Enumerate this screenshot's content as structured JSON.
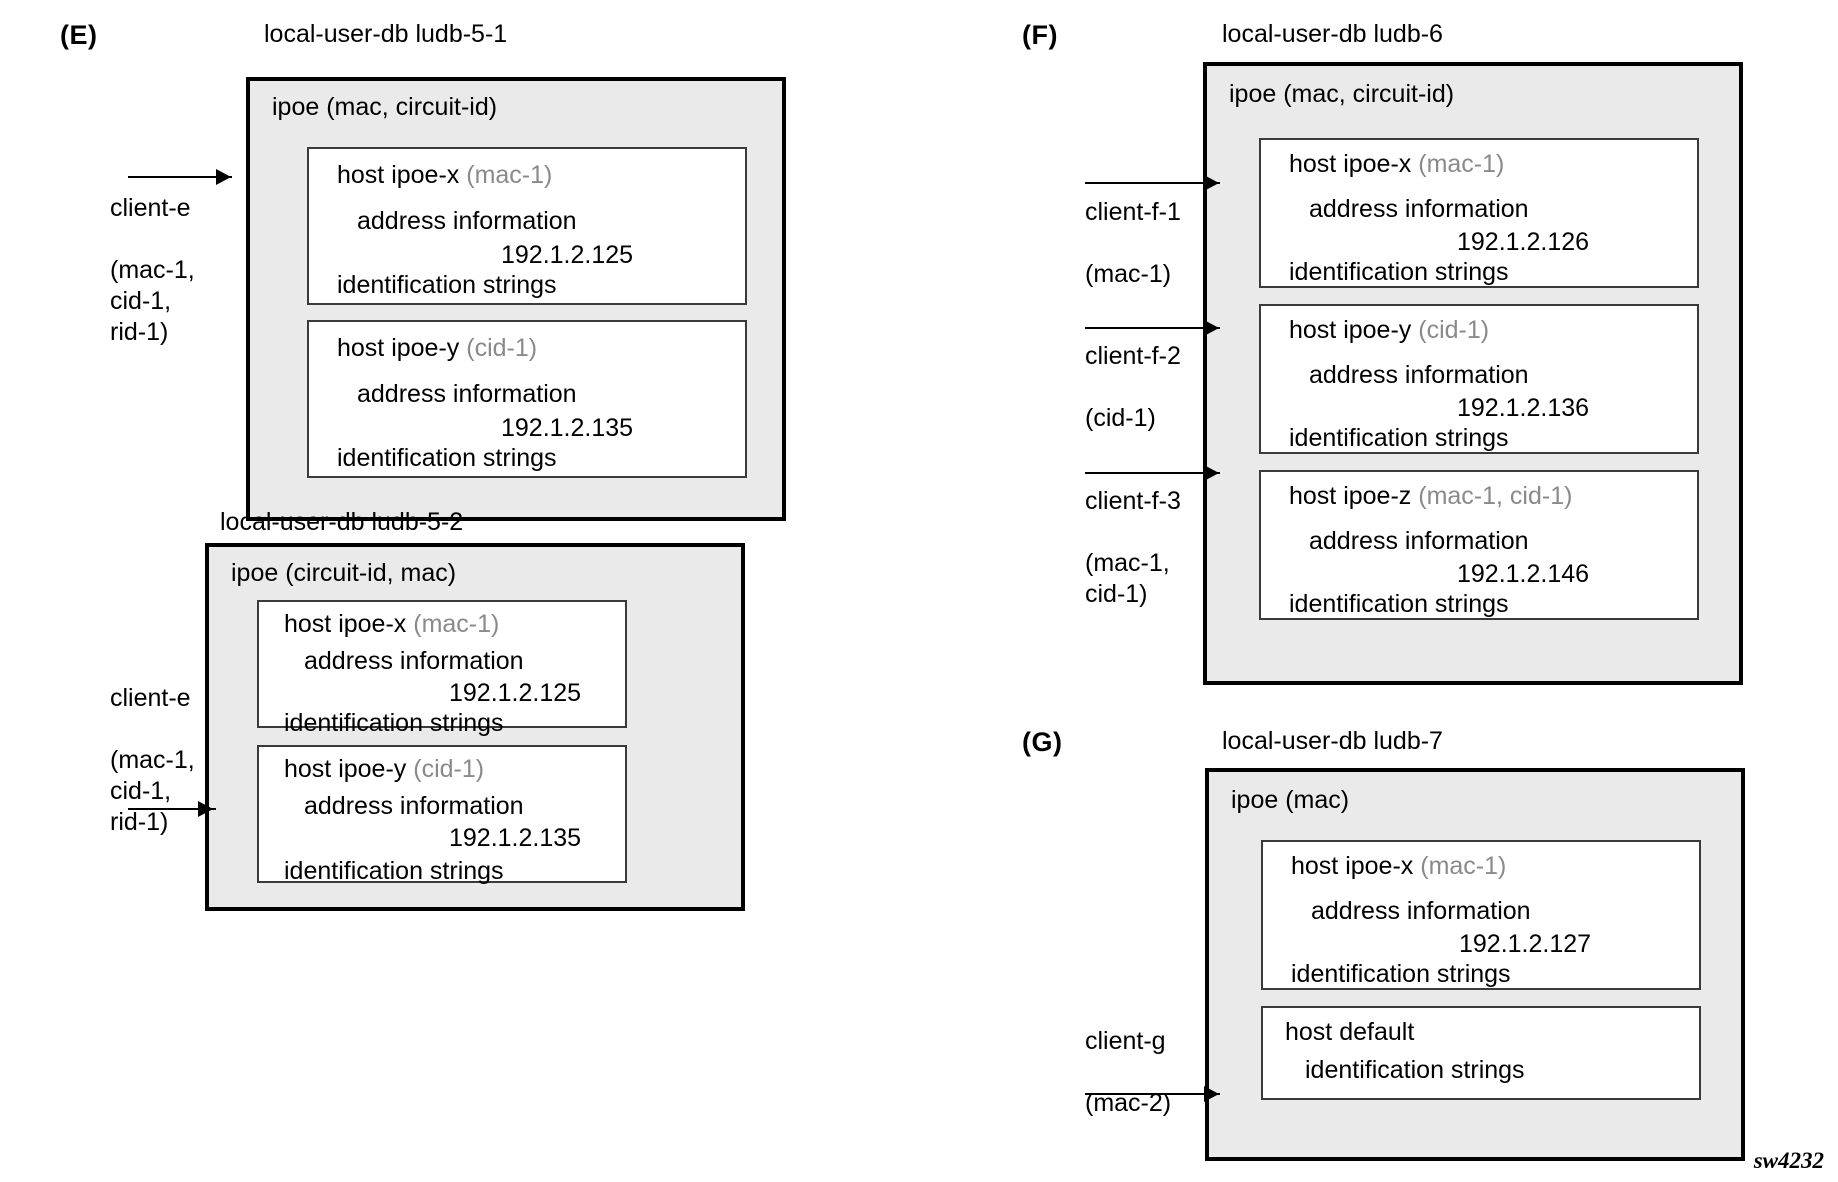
{
  "figure": {
    "id": "sw4232"
  },
  "panels": [
    {
      "letter": "(E)",
      "databases": [
        {
          "title": "local-user-db ludb-5-1",
          "ipoe_label": "ipoe (mac, circuit-id)",
          "hosts": [
            {
              "name": "host ipoe-x",
              "key": "(mac-1)",
              "address_label": "address information",
              "address_value": "192.1.2.125",
              "identification_label": "identification strings"
            },
            {
              "name": "host ipoe-y",
              "key": "(cid-1)",
              "address_label": "address information",
              "address_value": "192.1.2.135",
              "identification_label": "identification strings"
            }
          ],
          "clients": [
            {
              "name": "client-e",
              "attrs": "(mac-1,\ncid-1,\nrid-1)"
            }
          ]
        },
        {
          "title": "local-user-db ludb-5-2",
          "ipoe_label": "ipoe (circuit-id, mac)",
          "hosts": [
            {
              "name": "host ipoe-x",
              "key": "(mac-1)",
              "address_label": "address information",
              "address_value": "192.1.2.125",
              "identification_label": "identification strings"
            },
            {
              "name": "host ipoe-y",
              "key": "(cid-1)",
              "address_label": "address information",
              "address_value": "192.1.2.135",
              "identification_label": "identification strings"
            }
          ],
          "clients": [
            {
              "name": "client-e",
              "attrs": "(mac-1,\ncid-1,\nrid-1)"
            }
          ]
        }
      ]
    },
    {
      "letter": "(F)",
      "databases": [
        {
          "title": "local-user-db ludb-6",
          "ipoe_label": "ipoe (mac, circuit-id)",
          "hosts": [
            {
              "name": "host ipoe-x",
              "key": "(mac-1)",
              "address_label": "address information",
              "address_value": "192.1.2.126",
              "identification_label": "identification strings"
            },
            {
              "name": "host ipoe-y",
              "key": "(cid-1)",
              "address_label": "address information",
              "address_value": "192.1.2.136",
              "identification_label": "identification strings"
            },
            {
              "name": "host ipoe-z",
              "key": "(mac-1, cid-1)",
              "address_label": "address information",
              "address_value": "192.1.2.146",
              "identification_label": "identification strings"
            }
          ],
          "clients": [
            {
              "name": "client-f-1",
              "attrs": "(mac-1)"
            },
            {
              "name": "client-f-2",
              "attrs": "(cid-1)"
            },
            {
              "name": "client-f-3",
              "attrs": "(mac-1,\ncid-1)"
            }
          ]
        }
      ]
    },
    {
      "letter": "(G)",
      "databases": [
        {
          "title": "local-user-db ludb-7",
          "ipoe_label": "ipoe (mac)",
          "hosts": [
            {
              "name": "host ipoe-x",
              "key": "(mac-1)",
              "address_label": "address information",
              "address_value": "192.1.2.127",
              "identification_label": "identification strings"
            },
            {
              "name": "host default",
              "key": "",
              "address_label": "",
              "address_value": "",
              "identification_label": "identification strings"
            }
          ],
          "clients": [
            {
              "name": "client-g",
              "attrs": "(mac-2)"
            }
          ]
        }
      ]
    }
  ]
}
